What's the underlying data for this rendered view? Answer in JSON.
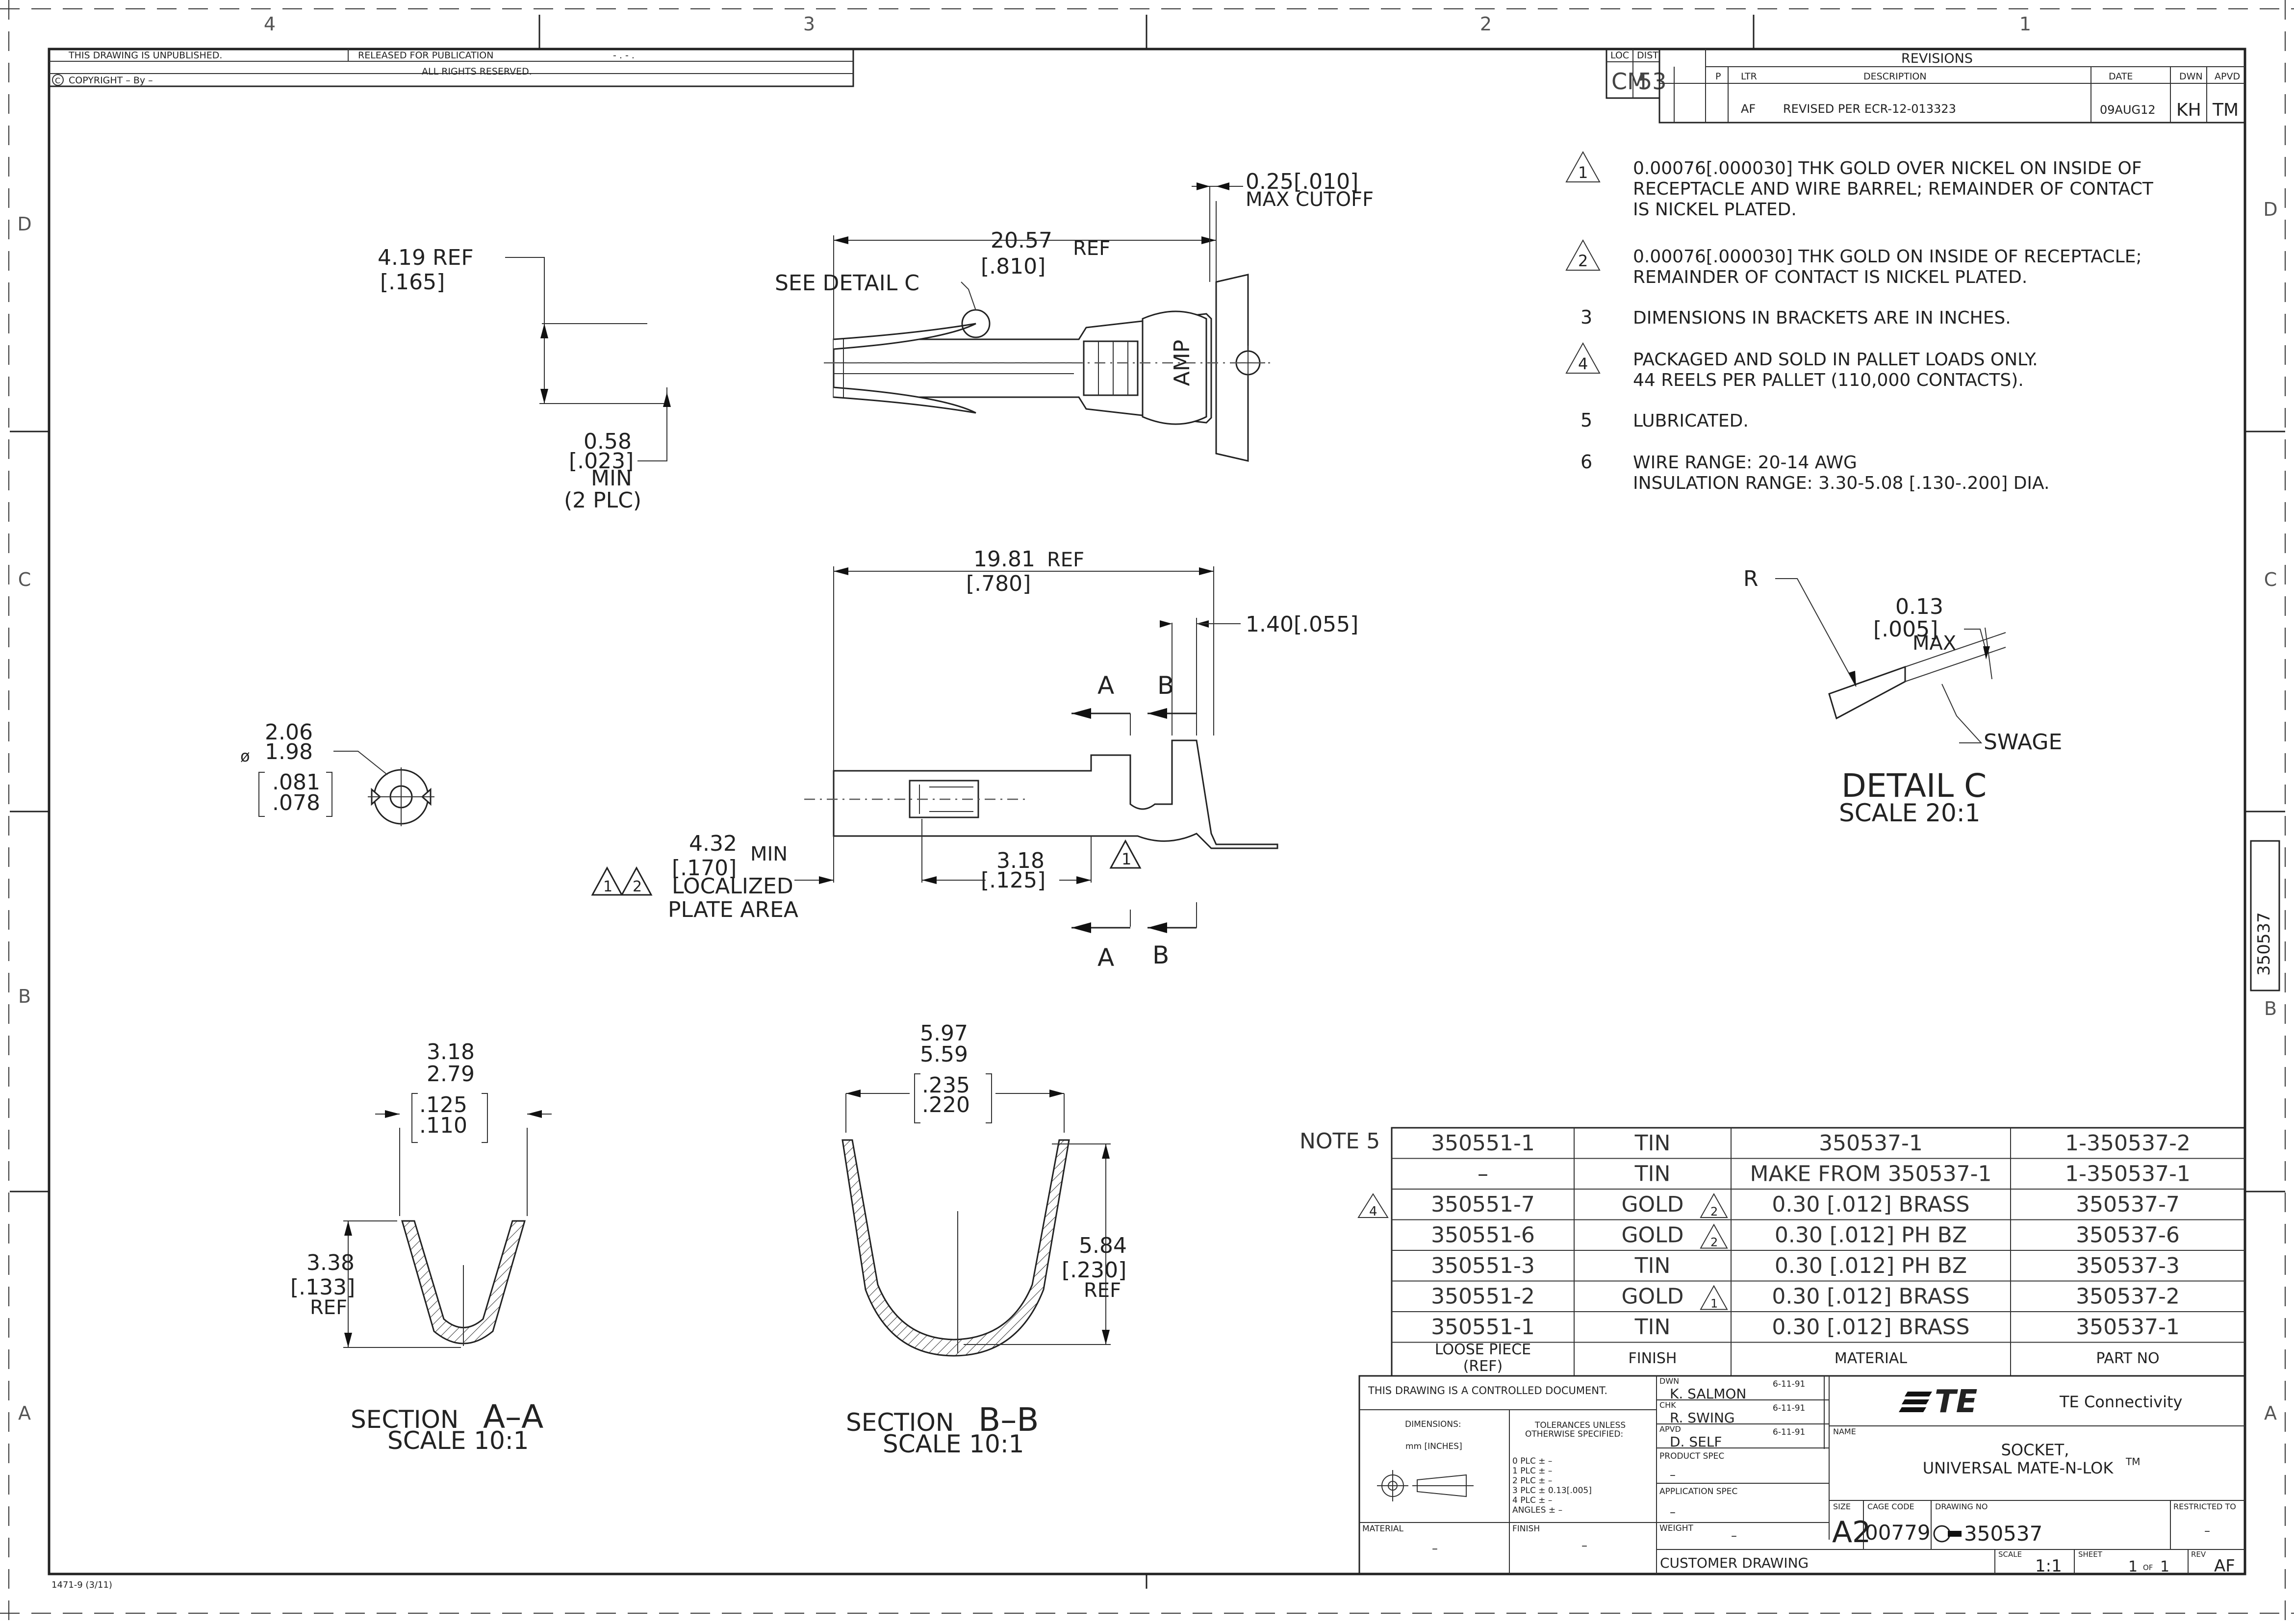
{
  "zones": {
    "top": [
      "4",
      "3",
      "2",
      "1"
    ],
    "bottom": [],
    "left": [
      "D",
      "C",
      "B",
      "A"
    ],
    "right": [
      "D",
      "C",
      "B",
      "A"
    ]
  },
  "header": {
    "unpublished": "THIS DRAWING IS UNPUBLISHED.",
    "released": "RELEASED FOR PUBLICATION",
    "released_value": "- . -   .",
    "copyright": "COPYRIGHT  –    By  –",
    "rights": "ALL RIGHTS RESERVED."
  },
  "loc_dist": {
    "loc_label": "LOC",
    "loc_value": "CM",
    "dist_label": "DIST",
    "dist_value": "53"
  },
  "revisions": {
    "title": "REVISIONS",
    "col_p": "P",
    "col_ltr": "LTR",
    "col_desc": "DESCRIPTION",
    "col_date": "DATE",
    "col_dwn": "DWN",
    "col_apvd": "APVD",
    "rows": [
      {
        "ltr": "AF",
        "desc": "REVISED PER ECR-12-013323",
        "date": "09AUG12",
        "dwn": "KH",
        "apvd": "TM"
      }
    ]
  },
  "notes": [
    {
      "num": "1",
      "flag": true,
      "lines": [
        "0.00076[.000030] THK GOLD OVER NICKEL ON INSIDE OF",
        "RECEPTACLE AND WIRE BARREL; REMAINDER OF CONTACT",
        "IS NICKEL PLATED."
      ]
    },
    {
      "num": "2",
      "flag": true,
      "lines": [
        "0.00076[.000030] THK GOLD ON INSIDE OF RECEPTACLE;",
        "REMAINDER OF CONTACT IS NICKEL PLATED."
      ]
    },
    {
      "num": "3",
      "flag": false,
      "lines": [
        "DIMENSIONS IN BRACKETS ARE IN INCHES."
      ]
    },
    {
      "num": "4",
      "flag": true,
      "lines": [
        "PACKAGED AND SOLD IN PALLET LOADS ONLY.",
        "44 REELS PER PALLET (110,000 CONTACTS)."
      ]
    },
    {
      "num": "5",
      "flag": false,
      "lines": [
        "LUBRICATED."
      ]
    },
    {
      "num": "6",
      "flag": false,
      "lines": [
        "WIRE RANGE: 20-14 AWG",
        "INSULATION RANGE: 3.30-5.08 [.130-.200] DIA."
      ]
    }
  ],
  "top_view": {
    "d1": "4.19 REF",
    "d1b": "[.165]",
    "d2": "20.57",
    "d2_ref": "REF",
    "d2b": "[.810]",
    "d3": "0.25[.010]",
    "d3b": "MAX CUTOFF",
    "see_detail": "SEE DETAIL C",
    "d4": "0.58",
    "d4b": "[.023]",
    "d4c": "MIN",
    "d4d": "(2 PLC)",
    "mark": "AMP"
  },
  "side_view": {
    "d1": "19.81",
    "d1_ref": "REF",
    "d1b": "[.780]",
    "d2": "1.40[.055]",
    "d3": "4.32",
    "d3_min": "MIN",
    "d3b": "[.170]",
    "localized": "LOCALIZED",
    "plate_area": "PLATE AREA",
    "d4": "3.18",
    "d4b": "[.125]",
    "flag1": "1",
    "flag2": "2",
    "sec_a": "A",
    "sec_b": "B"
  },
  "end_view": {
    "d1": "2.06",
    "d2": "1.98",
    "dia": "ø",
    "d3": ".081",
    "d4": ".078"
  },
  "detail_c": {
    "r": "R",
    "d1": "0.13",
    "d1b": "[.005]",
    "max": "MAX",
    "swage": "SWAGE",
    "title": "DETAIL C",
    "scale": "SCALE 20:1"
  },
  "section_aa": {
    "d1": "3.18",
    "d2": "2.79",
    "d3": ".125",
    "d4": ".110",
    "d5": "3.38",
    "d6": "[.133]",
    "d7": "REF",
    "title_pre": "SECTION",
    "title_id": "A–A",
    "scale": "SCALE 10:1"
  },
  "section_bb": {
    "d1": "5.97",
    "d2": "5.59",
    "d3": ".235",
    "d4": ".220",
    "d5": "5.84",
    "d6": "[.230]",
    "d7": "REF",
    "title_pre": "SECTION",
    "title_id": "B–B",
    "scale": "SCALE 10:1"
  },
  "parts_table": {
    "note_label": "NOTE 5",
    "rows": [
      {
        "loose": "350551-1",
        "finish": "TIN",
        "flag": "",
        "material": "350537-1",
        "part": "1-350537-2",
        "rowflag": ""
      },
      {
        "loose": "–",
        "finish": "TIN",
        "flag": "",
        "material": "MAKE FROM 350537-1",
        "part": "1-350537-1",
        "rowflag": ""
      },
      {
        "loose": "350551-7",
        "finish": "GOLD",
        "flag": "2",
        "material": "0.30 [.012] BRASS",
        "part": "350537-7",
        "rowflag": "4"
      },
      {
        "loose": "350551-6",
        "finish": "GOLD",
        "flag": "2",
        "material": "0.30 [.012] PH BZ",
        "part": "350537-6",
        "rowflag": ""
      },
      {
        "loose": "350551-3",
        "finish": "TIN",
        "flag": "",
        "material": "0.30 [.012] PH BZ",
        "part": "350537-3",
        "rowflag": ""
      },
      {
        "loose": "350551-2",
        "finish": "GOLD",
        "flag": "1",
        "material": "0.30 [.012] BRASS",
        "part": "350537-2",
        "rowflag": ""
      },
      {
        "loose": "350551-1",
        "finish": "TIN",
        "flag": "",
        "material": "0.30 [.012] BRASS",
        "part": "350537-1",
        "rowflag": ""
      }
    ],
    "h_loose": "LOOSE PIECE",
    "h_loose2": "(REF)",
    "h_finish": "FINISH",
    "h_material": "MATERIAL",
    "h_part": "PART NO"
  },
  "title_block": {
    "controlled": "THIS DRAWING IS A CONTROLLED DOCUMENT.",
    "dimensions": "DIMENSIONS:",
    "dim_units": "mm [INCHES]",
    "tolerances": "TOLERANCES UNLESS",
    "tolerances2": "OTHERWISE SPECIFIED:",
    "tol_rows": [
      "0 PLC   ±  –",
      "1 PLC   ±  –",
      "2 PLC   ±  –",
      "3 PLC   ±  0.13[.005]",
      "4 PLC   ±  –",
      "ANGLES        ±  –"
    ],
    "material_label": "MATERIAL",
    "material_value": "–",
    "finish_label": "FINISH",
    "finish_value": "–",
    "dwn_label": "DWN",
    "dwn_name": "K. SALMON",
    "dwn_date": "6-11-91",
    "chk_label": "CHK",
    "chk_name": "R. SWING",
    "chk_date": "6-11-91",
    "apvd_label": "APVD",
    "apvd_name": "D. SELF",
    "apvd_date": "6-11-91",
    "product_spec": "PRODUCT SPEC",
    "product_spec_value": "–",
    "application_spec": "APPLICATION SPEC",
    "application_spec_value": "–",
    "weight": "WEIGHT",
    "weight_value": "–",
    "company": "TE Connectivity",
    "logo": "TE",
    "name_label": "NAME",
    "name_line1": "SOCKET,",
    "name_line2": "UNIVERSAL MATE-N-LOK",
    "name_tm": "TM",
    "size_label": "SIZE",
    "size_value": "A2",
    "cage_label": "CAGE CODE",
    "cage_value": "00779",
    "dwg_label": "DRAWING NO",
    "dwg_value": "350537",
    "restricted": "RESTRICTED TO",
    "restricted_value": "–",
    "customer": "CUSTOMER DRAWING",
    "scale_label": "SCALE",
    "scale_value": "1:1",
    "sheet_label": "SHEET",
    "sheet_value": "1",
    "sheet_of": "OF",
    "sheet_total": "1",
    "rev_label": "REV",
    "rev_value": "AF"
  },
  "side_tab": "350537",
  "form_no": "1471-9  (3/11)"
}
